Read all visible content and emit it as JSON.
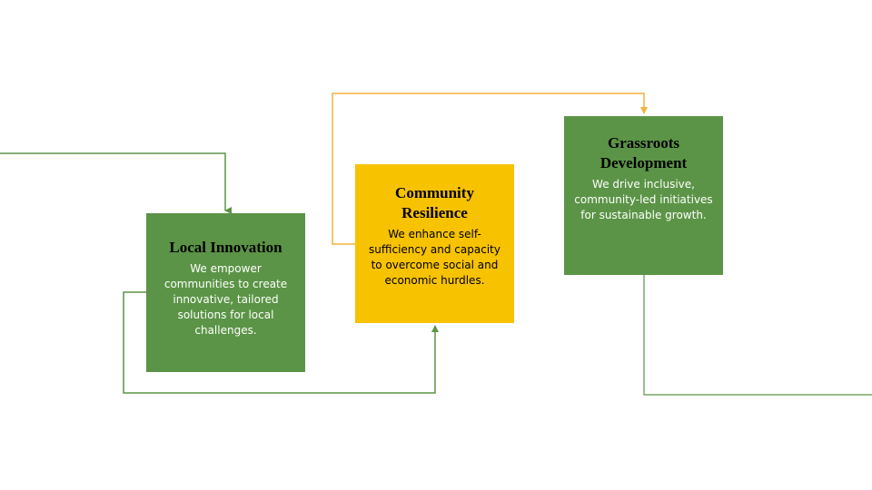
{
  "colors": {
    "green": "#5b9446",
    "yellow": "#f7c200",
    "green_line": "#5b9446",
    "yellow_line": "#f2b33d"
  },
  "boxes": {
    "local": {
      "title": "Local Innovation",
      "desc": "We empower communities to create innovative, tailored solutions for local challenges."
    },
    "community": {
      "title": "Community Resilience",
      "desc": "We enhance self-sufficiency and capacity to overcome social and economic hurdles."
    },
    "grassroots": {
      "title": "Grassroots Development",
      "desc": "We drive inclusive, community-led initiatives for sustainable growth."
    }
  }
}
